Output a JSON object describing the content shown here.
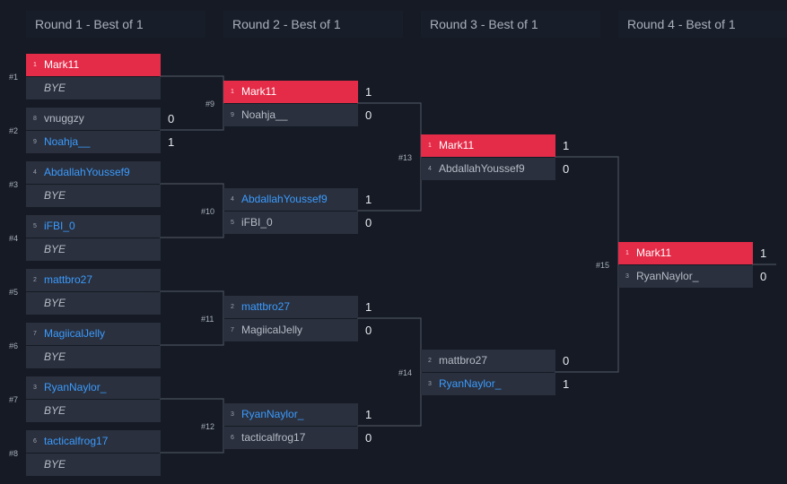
{
  "rounds": [
    {
      "label": "Round 1 - Best of 1"
    },
    {
      "label": "Round 2 - Best of 1"
    },
    {
      "label": "Round 3 - Best of 1"
    },
    {
      "label": "Round 4 - Best of 1"
    }
  ],
  "r1": {
    "m1": {
      "num": "#1",
      "a": {
        "seed": "1",
        "name": "Mark11"
      },
      "b": {
        "name": "BYE"
      }
    },
    "m2": {
      "num": "#2",
      "a": {
        "seed": "8",
        "name": "vnuggzy",
        "score": "0"
      },
      "b": {
        "seed": "9",
        "name": "Noahja__",
        "score": "1"
      }
    },
    "m3": {
      "num": "#3",
      "a": {
        "seed": "4",
        "name": "AbdallahYoussef9"
      },
      "b": {
        "name": "BYE"
      }
    },
    "m4": {
      "num": "#4",
      "a": {
        "seed": "5",
        "name": "iFBI_0"
      },
      "b": {
        "name": "BYE"
      }
    },
    "m5": {
      "num": "#5",
      "a": {
        "seed": "2",
        "name": "mattbro27"
      },
      "b": {
        "name": "BYE"
      }
    },
    "m6": {
      "num": "#6",
      "a": {
        "seed": "7",
        "name": "MagiicalJelly"
      },
      "b": {
        "name": "BYE"
      }
    },
    "m7": {
      "num": "#7",
      "a": {
        "seed": "3",
        "name": "RyanNaylor_"
      },
      "b": {
        "name": "BYE"
      }
    },
    "m8": {
      "num": "#8",
      "a": {
        "seed": "6",
        "name": "tacticalfrog17"
      },
      "b": {
        "name": "BYE"
      }
    }
  },
  "r2": {
    "m9": {
      "num": "#9",
      "a": {
        "seed": "1",
        "name": "Mark11",
        "score": "1"
      },
      "b": {
        "seed": "9",
        "name": "Noahja__",
        "score": "0"
      }
    },
    "m10": {
      "num": "#10",
      "a": {
        "seed": "4",
        "name": "AbdallahYoussef9",
        "score": "1"
      },
      "b": {
        "seed": "5",
        "name": "iFBI_0",
        "score": "0"
      }
    },
    "m11": {
      "num": "#11",
      "a": {
        "seed": "2",
        "name": "mattbro27",
        "score": "1"
      },
      "b": {
        "seed": "7",
        "name": "MagiicalJelly",
        "score": "0"
      }
    },
    "m12": {
      "num": "#12",
      "a": {
        "seed": "3",
        "name": "RyanNaylor_",
        "score": "1"
      },
      "b": {
        "seed": "6",
        "name": "tacticalfrog17",
        "score": "0"
      }
    }
  },
  "r3": {
    "m13": {
      "num": "#13",
      "a": {
        "seed": "1",
        "name": "Mark11",
        "score": "1"
      },
      "b": {
        "seed": "4",
        "name": "AbdallahYoussef9",
        "score": "0"
      }
    },
    "m14": {
      "num": "#14",
      "a": {
        "seed": "2",
        "name": "mattbro27",
        "score": "0"
      },
      "b": {
        "seed": "3",
        "name": "RyanNaylor_",
        "score": "1"
      }
    }
  },
  "r4": {
    "m15": {
      "num": "#15",
      "a": {
        "seed": "1",
        "name": "Mark11",
        "score": "1"
      },
      "b": {
        "seed": "3",
        "name": "RyanNaylor_",
        "score": "0"
      }
    }
  },
  "colors": {
    "background": "#151a24",
    "slot": "#2a303d",
    "winner": "#e42b48",
    "link": "#3b9bff",
    "connector": "#4a505c"
  }
}
